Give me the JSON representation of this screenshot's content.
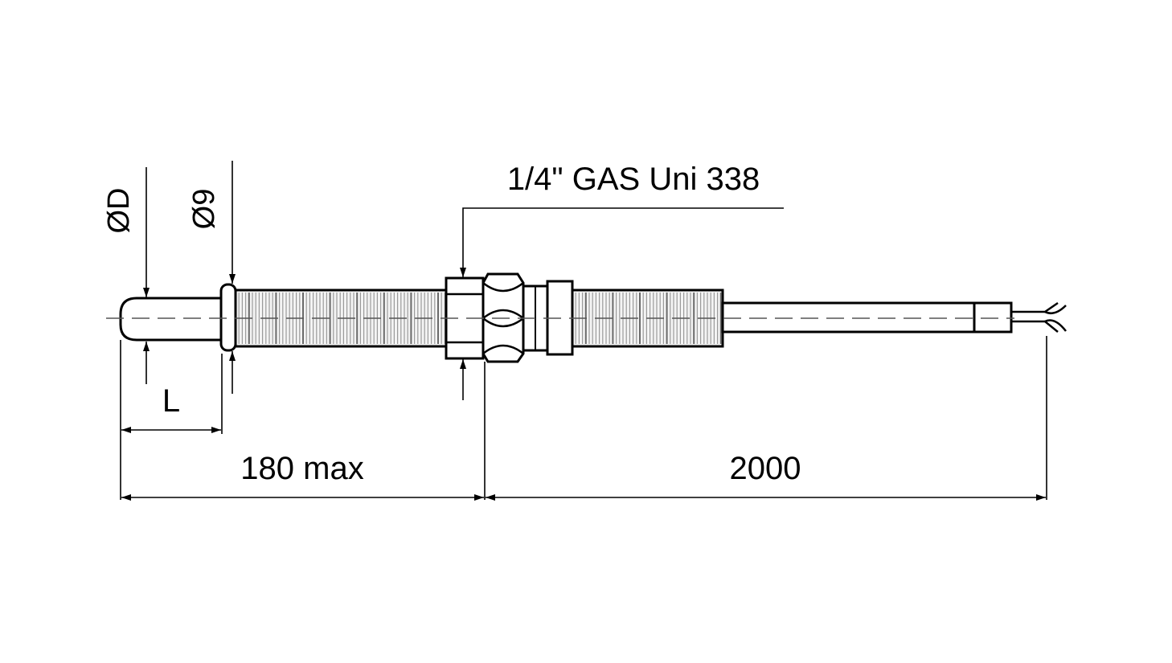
{
  "drawing": {
    "labels": {
      "diameter_d": "ØD",
      "diameter_9": "Ø9",
      "length_l": "L",
      "thread_spec": "1/4\" GAS Uni 338",
      "dim_probe": "180 max",
      "dim_cable": "2000"
    },
    "colors": {
      "line": "#000000",
      "background": "#ffffff",
      "thread_fill": "#f2f2f2",
      "thread_line": "#9a9a9a"
    }
  }
}
